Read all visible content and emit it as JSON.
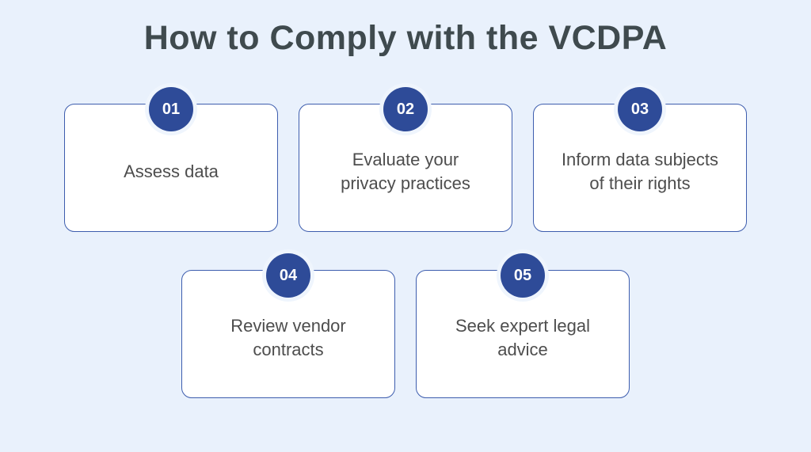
{
  "title": "How to Comply with the VCDPA",
  "steps": [
    {
      "number": "01",
      "label": "Assess data"
    },
    {
      "number": "02",
      "label": "Evaluate your\nprivacy practices"
    },
    {
      "number": "03",
      "label": "Inform data subjects\nof their rights"
    },
    {
      "number": "04",
      "label": "Review vendor\ncontracts"
    },
    {
      "number": "05",
      "label": "Seek expert legal\nadvice"
    }
  ],
  "colors": {
    "background": "#e9f1fc",
    "card_background": "#ffffff",
    "card_border": "#3d5dae",
    "badge_background": "#2e4b98",
    "badge_text": "#ffffff",
    "badge_halo": "#eff5fd",
    "title_text": "#3f4a4e",
    "card_text": "#4d4d4d"
  }
}
